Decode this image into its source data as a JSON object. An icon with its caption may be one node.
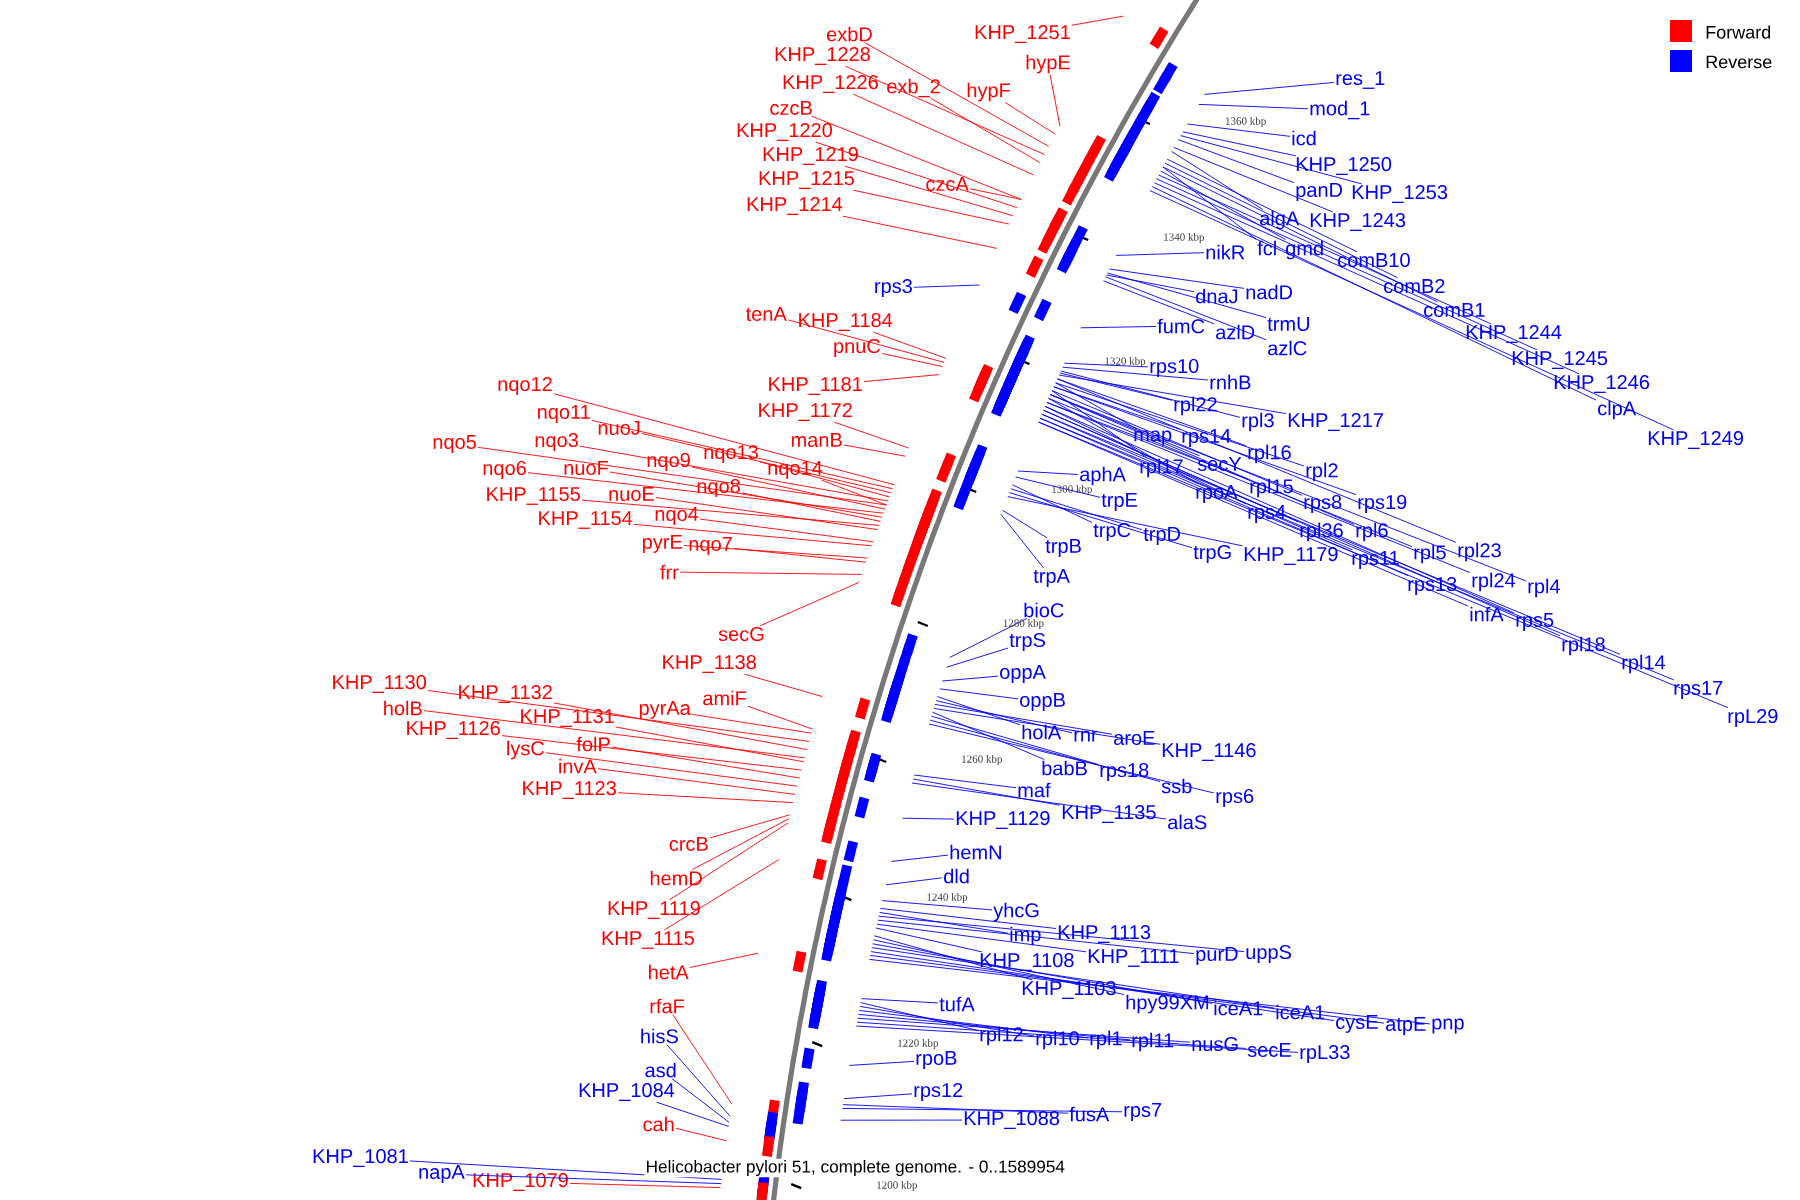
{
  "diagram": {
    "title": "Helicobacter pylori 51, complete genome. - 0..1589954",
    "nodes": [
      {
        "text": [
          "KHP_1251"
        ]
      },
      {
        "text": [
          "exbD"
        ]
      },
      {
        "text": [
          "KHP_1228"
        ]
      },
      {
        "text": [
          "hypE"
        ]
      },
      {
        "text": [
          "KHP_1226"
        ]
      },
      {
        "text": [
          "exb_2"
        ]
      },
      {
        "text": [
          "hypF"
        ]
      },
      {
        "text": [
          "czcB"
        ]
      },
      {
        "text": [
          "KHP_1220"
        ]
      },
      {
        "text": [
          "KHP_1219"
        ]
      },
      {
        "text": [
          "KHP_1215"
        ]
      },
      {
        "text": [
          "czcA"
        ]
      },
      {
        "text": [
          "KHP_1214"
        ]
      },
      {
        "text": [
          "rps3"
        ]
      },
      {
        "text": [
          "tenA"
        ]
      },
      {
        "text": [
          "KHP_1184"
        ]
      },
      {
        "text": [
          "pnuC"
        ]
      },
      {
        "text": [
          "KHP_1181"
        ]
      },
      {
        "text": [
          "nqo12"
        ]
      },
      {
        "text": [
          "KHP_1172"
        ]
      },
      {
        "text": [
          "nqo11"
        ]
      },
      {
        "text": [
          "nuoJ"
        ]
      },
      {
        "text": [
          "manB"
        ]
      },
      {
        "text": [
          "nqo3"
        ]
      },
      {
        "text": [
          "nqo5"
        ]
      },
      {
        "text": [
          "nqo13"
        ]
      },
      {
        "text": [
          "nqo9"
        ]
      },
      {
        "text": [
          "nuoF"
        ]
      },
      {
        "text": [
          "nqo6"
        ]
      },
      {
        "text": [
          "nqo14"
        ]
      },
      {
        "text": [
          "nqo8"
        ]
      },
      {
        "text": [
          "nuoE"
        ]
      },
      {
        "text": [
          "KHP_1155"
        ]
      },
      {
        "text": [
          "nqo4"
        ]
      },
      {
        "text": [
          "KHP_1154"
        ]
      },
      {
        "text": [
          "pyrE"
        ]
      },
      {
        "text": [
          "nqo7"
        ]
      },
      {
        "text": [
          "frr"
        ]
      },
      {
        "text": [
          "secG"
        ]
      },
      {
        "text": [
          "KHP_1138"
        ]
      },
      {
        "text": [
          "KHP_1130"
        ]
      },
      {
        "text": [
          "KHP_1132"
        ]
      },
      {
        "text": [
          "amiF"
        ]
      },
      {
        "text": [
          "holB"
        ]
      },
      {
        "text": [
          "pyrAa"
        ]
      },
      {
        "text": [
          "KHP_1131"
        ]
      },
      {
        "text": [
          "KHP_1126"
        ]
      },
      {
        "text": [
          "folP"
        ]
      },
      {
        "text": [
          "lysC"
        ]
      },
      {
        "text": [
          "invA"
        ]
      },
      {
        "text": [
          "KHP_1123"
        ]
      },
      {
        "text": [
          "crcB"
        ]
      },
      {
        "text": [
          "hemD"
        ]
      },
      {
        "text": [
          "KHP_1119"
        ]
      },
      {
        "text": [
          "KHP_1115"
        ]
      },
      {
        "text": [
          "hetA"
        ]
      },
      {
        "text": [
          "rfaF"
        ]
      },
      {
        "text": [
          "hisS"
        ]
      },
      {
        "text": [
          "asd"
        ]
      },
      {
        "text": [
          "KHP_1084"
        ]
      },
      {
        "text": [
          "cah"
        ]
      },
      {
        "text": [
          "KHP_1081"
        ]
      },
      {
        "text": [
          "napA"
        ]
      },
      {
        "text": [
          "KHP_1079"
        ]
      },
      {
        "text": [
          "res_1"
        ]
      },
      {
        "text": [
          "mod_1"
        ]
      },
      {
        "text": [
          "icd"
        ]
      },
      {
        "text": [
          "KHP_1250"
        ]
      },
      {
        "text": [
          "panD"
        ]
      },
      {
        "text": [
          "KHP_1253"
        ]
      },
      {
        "text": [
          "algA"
        ]
      },
      {
        "text": [
          "KHP_1243"
        ]
      },
      {
        "text": [
          "fcl"
        ]
      },
      {
        "text": [
          "gmd"
        ]
      },
      {
        "text": [
          "nikR"
        ]
      },
      {
        "text": [
          "comB10"
        ]
      },
      {
        "text": [
          "nadD"
        ]
      },
      {
        "text": [
          "comB2"
        ]
      },
      {
        "text": [
          "dnaJ"
        ]
      },
      {
        "text": [
          "comB1"
        ]
      },
      {
        "text": [
          "trmU"
        ]
      },
      {
        "text": [
          "fumC"
        ]
      },
      {
        "text": [
          "azlD"
        ]
      },
      {
        "text": [
          "KHP_1244"
        ]
      },
      {
        "text": [
          "azlC"
        ]
      },
      {
        "text": [
          "KHP_1245"
        ]
      },
      {
        "text": [
          "rps10"
        ]
      },
      {
        "text": [
          "rnhB"
        ]
      },
      {
        "text": [
          "KHP_1246"
        ]
      },
      {
        "text": [
          "rpl22"
        ]
      },
      {
        "text": [
          "clpA"
        ]
      },
      {
        "text": [
          "rpl3"
        ]
      },
      {
        "text": [
          "KHP_1217"
        ]
      },
      {
        "text": [
          "map"
        ]
      },
      {
        "text": [
          "rps14"
        ]
      },
      {
        "text": [
          "KHP_1249"
        ]
      },
      {
        "text": [
          "rpl16"
        ]
      },
      {
        "text": [
          "secY"
        ]
      },
      {
        "text": [
          "rpl17"
        ]
      },
      {
        "text": [
          "rpl2"
        ]
      },
      {
        "text": [
          "aphA"
        ]
      },
      {
        "text": [
          "rpl15"
        ]
      },
      {
        "text": [
          "rpoA"
        ]
      },
      {
        "text": [
          "trpE"
        ]
      },
      {
        "text": [
          "rps8"
        ]
      },
      {
        "text": [
          "rps19"
        ]
      },
      {
        "text": [
          "rps4"
        ]
      },
      {
        "text": [
          "rpl36"
        ]
      },
      {
        "text": [
          "rpl6"
        ]
      },
      {
        "text": [
          "trpC"
        ]
      },
      {
        "text": [
          "trpD"
        ]
      },
      {
        "text": [
          "trpB"
        ]
      },
      {
        "text": [
          "rpl23"
        ]
      },
      {
        "text": [
          "rpl5"
        ]
      },
      {
        "text": [
          "trpG"
        ]
      },
      {
        "text": [
          "KHP_1179"
        ]
      },
      {
        "text": [
          "rps11"
        ]
      },
      {
        "text": [
          "trpA"
        ]
      },
      {
        "text": [
          "rpl24"
        ]
      },
      {
        "text": [
          "rps13"
        ]
      },
      {
        "text": [
          "rpl4"
        ]
      },
      {
        "text": [
          "bioC"
        ]
      },
      {
        "text": [
          "infA"
        ]
      },
      {
        "text": [
          "rps5"
        ]
      },
      {
        "text": [
          "trpS"
        ]
      },
      {
        "text": [
          "rpl18"
        ]
      },
      {
        "text": [
          "rpl14"
        ]
      },
      {
        "text": [
          "oppA"
        ]
      },
      {
        "text": [
          "rps17"
        ]
      },
      {
        "text": [
          "oppB"
        ]
      },
      {
        "text": [
          "rpL29"
        ]
      },
      {
        "text": [
          "holA"
        ]
      },
      {
        "text": [
          "rnr"
        ]
      },
      {
        "text": [
          "aroE"
        ]
      },
      {
        "text": [
          "KHP_1146"
        ]
      },
      {
        "text": [
          "babB"
        ]
      },
      {
        "text": [
          "rps18"
        ]
      },
      {
        "text": [
          "ssb"
        ]
      },
      {
        "text": [
          "maf"
        ]
      },
      {
        "text": [
          "rps6"
        ]
      },
      {
        "text": [
          "KHP_1135"
        ]
      },
      {
        "text": [
          "KHP_1129"
        ]
      },
      {
        "text": [
          "alaS"
        ]
      },
      {
        "text": [
          "hemN"
        ]
      },
      {
        "text": [
          "dld"
        ]
      },
      {
        "text": [
          "yhcG"
        ]
      },
      {
        "text": [
          "KHP_1113"
        ]
      },
      {
        "text": [
          "imp"
        ]
      },
      {
        "text": [
          "uppS"
        ]
      },
      {
        "text": [
          "purD"
        ]
      },
      {
        "text": [
          "KHP_1111"
        ]
      },
      {
        "text": [
          "KHP_1108"
        ]
      },
      {
        "text": [
          "KHP_1103"
        ]
      },
      {
        "text": [
          "hpy99XM"
        ]
      },
      {
        "text": [
          "tufA"
        ]
      },
      {
        "text": [
          "iceA1"
        ]
      },
      {
        "text": [
          "iceA1"
        ]
      },
      {
        "text": [
          "cysE"
        ]
      },
      {
        "text": [
          "atpE"
        ]
      },
      {
        "text": [
          "pnp"
        ]
      },
      {
        "text": [
          "rpl12"
        ]
      },
      {
        "text": [
          "rpl10"
        ]
      },
      {
        "text": [
          "rpl1"
        ]
      },
      {
        "text": [
          "rpl11"
        ]
      },
      {
        "text": [
          "nusG"
        ]
      },
      {
        "text": [
          "secE"
        ]
      },
      {
        "text": [
          "rpL33"
        ]
      },
      {
        "text": [
          "rpoB"
        ]
      },
      {
        "text": [
          "rps12"
        ]
      },
      {
        "text": [
          "rps7"
        ]
      },
      {
        "text": [
          "fusA"
        ]
      },
      {
        "text": [
          "KHP_1088"
        ]
      }
    ],
    "edges": [
      {
        "from": 0,
        "to": null,
        "arrow": "none",
        "color": "#ff0000"
      },
      {
        "from": 1,
        "to": null,
        "arrow": "none",
        "color": "#ff0000"
      },
      {
        "from": 2,
        "to": null,
        "arrow": "none",
        "color": "#ff0000"
      },
      {
        "from": 3,
        "to": null,
        "arrow": "none",
        "color": "#ff0000"
      },
      {
        "from": 4,
        "to": null,
        "arrow": "none",
        "color": "#ff0000"
      },
      {
        "from": 5,
        "to": null,
        "arrow": "none",
        "color": "#ff0000"
      },
      {
        "from": 6,
        "to": null,
        "arrow": "none",
        "color": "#ff0000"
      },
      {
        "from": 7,
        "to": null,
        "arrow": "none",
        "color": "#ff0000"
      },
      {
        "from": 8,
        "to": null,
        "arrow": "none",
        "color": "#ff0000"
      },
      {
        "from": 9,
        "to": null,
        "arrow": "none",
        "color": "#ff0000"
      },
      {
        "from": 10,
        "to": null,
        "arrow": "none",
        "color": "#ff0000"
      },
      {
        "from": 11,
        "to": null,
        "arrow": "none",
        "color": "#ff0000"
      },
      {
        "from": 12,
        "to": null,
        "arrow": "none",
        "color": "#ff0000"
      },
      {
        "from": 13,
        "to": null,
        "arrow": "none",
        "color": "#0000ff"
      },
      {
        "from": 14,
        "to": null,
        "arrow": "none",
        "color": "#ff0000"
      },
      {
        "from": 15,
        "to": null,
        "arrow": "none",
        "color": "#ff0000"
      },
      {
        "from": 16,
        "to": null,
        "arrow": "none",
        "color": "#ff0000"
      },
      {
        "from": 17,
        "to": null,
        "arrow": "none",
        "color": "#ff0000"
      },
      {
        "from": 18,
        "to": null,
        "arrow": "none",
        "color": "#ff0000"
      },
      {
        "from": 19,
        "to": null,
        "arrow": "none",
        "color": "#ff0000"
      },
      {
        "from": 20,
        "to": null,
        "arrow": "none",
        "color": "#ff0000"
      },
      {
        "from": 21,
        "to": null,
        "arrow": "none",
        "color": "#ff0000"
      },
      {
        "from": 22,
        "to": null,
        "arrow": "none",
        "color": "#ff0000"
      },
      {
        "from": 23,
        "to": null,
        "arrow": "none",
        "color": "#ff0000"
      },
      {
        "from": 24,
        "to": null,
        "arrow": "none",
        "color": "#ff0000"
      },
      {
        "from": 25,
        "to": null,
        "arrow": "none",
        "color": "#ff0000"
      },
      {
        "from": 26,
        "to": null,
        "arrow": "none",
        "color": "#ff0000"
      },
      {
        "from": 27,
        "to": null,
        "arrow": "none",
        "color": "#ff0000"
      },
      {
        "from": 28,
        "to": null,
        "arrow": "none",
        "color": "#ff0000"
      },
      {
        "from": 29,
        "to": null,
        "arrow": "none",
        "color": "#ff0000"
      },
      {
        "from": 30,
        "to": null,
        "arrow": "none",
        "color": "#ff0000"
      },
      {
        "from": 31,
        "to": null,
        "arrow": "none",
        "color": "#ff0000"
      },
      {
        "from": 32,
        "to": null,
        "arrow": "none",
        "color": "#ff0000"
      },
      {
        "from": 33,
        "to": null,
        "arrow": "none",
        "color": "#ff0000"
      },
      {
        "from": 34,
        "to": null,
        "arrow": "none",
        "color": "#ff0000"
      },
      {
        "from": 35,
        "to": null,
        "arrow": "none",
        "color": "#ff0000"
      },
      {
        "from": 36,
        "to": null,
        "arrow": "none",
        "color": "#ff0000"
      },
      {
        "from": 37,
        "to": null,
        "arrow": "none",
        "color": "#ff0000"
      },
      {
        "from": 38,
        "to": null,
        "arrow": "none",
        "color": "#ff0000"
      },
      {
        "from": 39,
        "to": null,
        "arrow": "none",
        "color": "#ff0000"
      },
      {
        "from": 40,
        "to": null,
        "arrow": "none",
        "color": "#ff0000"
      },
      {
        "from": 41,
        "to": null,
        "arrow": "none",
        "color": "#ff0000"
      },
      {
        "from": 42,
        "to": null,
        "arrow": "none",
        "color": "#ff0000"
      },
      {
        "from": 43,
        "to": null,
        "arrow": "none",
        "color": "#ff0000"
      },
      {
        "from": 44,
        "to": null,
        "arrow": "none",
        "color": "#ff0000"
      },
      {
        "from": 45,
        "to": null,
        "arrow": "none",
        "color": "#ff0000"
      },
      {
        "from": 46,
        "to": null,
        "arrow": "none",
        "color": "#ff0000"
      },
      {
        "from": 47,
        "to": null,
        "arrow": "none",
        "color": "#ff0000"
      },
      {
        "from": 48,
        "to": null,
        "arrow": "none",
        "color": "#ff0000"
      },
      {
        "from": 49,
        "to": null,
        "arrow": "none",
        "color": "#ff0000"
      },
      {
        "from": 50,
        "to": null,
        "arrow": "none",
        "color": "#ff0000"
      },
      {
        "from": 51,
        "to": null,
        "arrow": "none",
        "color": "#ff0000"
      },
      {
        "from": 52,
        "to": null,
        "arrow": "none",
        "color": "#ff0000"
      },
      {
        "from": 53,
        "to": null,
        "arrow": "none",
        "color": "#ff0000"
      },
      {
        "from": 54,
        "to": null,
        "arrow": "none",
        "color": "#ff0000"
      },
      {
        "from": 55,
        "to": null,
        "arrow": "none",
        "color": "#ff0000"
      },
      {
        "from": 56,
        "to": null,
        "arrow": "none",
        "color": "#ff0000"
      },
      {
        "from": 57,
        "to": null,
        "arrow": "none",
        "color": "#0000ff"
      },
      {
        "from": 58,
        "to": null,
        "arrow": "none",
        "color": "#0000ff"
      },
      {
        "from": 59,
        "to": null,
        "arrow": "none",
        "color": "#0000ff"
      },
      {
        "from": 60,
        "to": null,
        "arrow": "none",
        "color": "#ff0000"
      },
      {
        "from": 61,
        "to": null,
        "arrow": "none",
        "color": "#0000ff"
      },
      {
        "from": 62,
        "to": null,
        "arrow": "none",
        "color": "#0000ff"
      },
      {
        "from": 63,
        "to": null,
        "arrow": "none",
        "color": "#ff0000"
      },
      {
        "from": 64,
        "to": null,
        "arrow": "none",
        "color": "#0000ff"
      },
      {
        "from": 65,
        "to": null,
        "arrow": "none",
        "color": "#0000ff"
      },
      {
        "from": 66,
        "to": null,
        "arrow": "none",
        "color": "#0000ff"
      },
      {
        "from": 67,
        "to": null,
        "arrow": "none",
        "color": "#0000ff"
      },
      {
        "from": 68,
        "to": null,
        "arrow": "none",
        "color": "#0000ff"
      },
      {
        "from": 69,
        "to": null,
        "arrow": "none",
        "color": "#0000ff"
      },
      {
        "from": 70,
        "to": null,
        "arrow": "none",
        "color": "#0000ff"
      },
      {
        "from": 71,
        "to": null,
        "arrow": "none",
        "color": "#0000ff"
      },
      {
        "from": 72,
        "to": null,
        "arrow": "none",
        "color": "#0000ff"
      },
      {
        "from": 73,
        "to": null,
        "arrow": "none",
        "color": "#0000ff"
      },
      {
        "from": 74,
        "to": null,
        "arrow": "none",
        "color": "#0000ff"
      },
      {
        "from": 75,
        "to": null,
        "arrow": "none",
        "color": "#0000ff"
      },
      {
        "from": 76,
        "to": null,
        "arrow": "none",
        "color": "#0000ff"
      },
      {
        "from": 77,
        "to": null,
        "arrow": "none",
        "color": "#0000ff"
      },
      {
        "from": 78,
        "to": null,
        "arrow": "none",
        "color": "#0000ff"
      },
      {
        "from": 79,
        "to": null,
        "arrow": "none",
        "color": "#0000ff"
      },
      {
        "from": 80,
        "to": null,
        "arrow": "none",
        "color": "#0000ff"
      },
      {
        "from": 81,
        "to": null,
        "arrow": "none",
        "color": "#0000ff"
      },
      {
        "from": 82,
        "to": null,
        "arrow": "none",
        "color": "#0000ff"
      },
      {
        "from": 83,
        "to": null,
        "arrow": "none",
        "color": "#0000ff"
      },
      {
        "from": 84,
        "to": null,
        "arrow": "none",
        "color": "#0000ff"
      },
      {
        "from": 85,
        "to": null,
        "arrow": "none",
        "color": "#0000ff"
      },
      {
        "from": 86,
        "to": null,
        "arrow": "none",
        "color": "#0000ff"
      },
      {
        "from": 87,
        "to": null,
        "arrow": "none",
        "color": "#0000ff"
      },
      {
        "from": 88,
        "to": null,
        "arrow": "none",
        "color": "#0000ff"
      },
      {
        "from": 89,
        "to": null,
        "arrow": "none",
        "color": "#0000ff"
      },
      {
        "from": 90,
        "to": null,
        "arrow": "none",
        "color": "#0000ff"
      },
      {
        "from": 91,
        "to": null,
        "arrow": "none",
        "color": "#0000ff"
      },
      {
        "from": 92,
        "to": null,
        "arrow": "none",
        "color": "#0000ff"
      },
      {
        "from": 93,
        "to": null,
        "arrow": "none",
        "color": "#0000ff"
      },
      {
        "from": 94,
        "to": null,
        "arrow": "none",
        "color": "#0000ff"
      },
      {
        "from": 95,
        "to": null,
        "arrow": "none",
        "color": "#0000ff"
      },
      {
        "from": 96,
        "to": null,
        "arrow": "none",
        "color": "#0000ff"
      },
      {
        "from": 97,
        "to": null,
        "arrow": "none",
        "color": "#0000ff"
      },
      {
        "from": 98,
        "to": null,
        "arrow": "none",
        "color": "#0000ff"
      },
      {
        "from": 99,
        "to": null,
        "arrow": "none",
        "color": "#0000ff"
      },
      {
        "from": 100,
        "to": null,
        "arrow": "none",
        "color": "#0000ff"
      },
      {
        "from": 101,
        "to": null,
        "arrow": "none",
        "color": "#0000ff"
      },
      {
        "from": 102,
        "to": null,
        "arrow": "none",
        "color": "#0000ff"
      },
      {
        "from": 103,
        "to": null,
        "arrow": "none",
        "color": "#0000ff"
      },
      {
        "from": 104,
        "to": null,
        "arrow": "none",
        "color": "#0000ff"
      },
      {
        "from": 105,
        "to": null,
        "arrow": "none",
        "color": "#0000ff"
      },
      {
        "from": 106,
        "to": null,
        "arrow": "none",
        "color": "#0000ff"
      },
      {
        "from": 107,
        "to": null,
        "arrow": "none",
        "color": "#0000ff"
      },
      {
        "from": 108,
        "to": null,
        "arrow": "none",
        "color": "#0000ff"
      },
      {
        "from": 109,
        "to": null,
        "arrow": "none",
        "color": "#0000ff"
      },
      {
        "from": 110,
        "to": null,
        "arrow": "none",
        "color": "#0000ff"
      },
      {
        "from": 111,
        "to": null,
        "arrow": "none",
        "color": "#0000ff"
      },
      {
        "from": 112,
        "to": null,
        "arrow": "none",
        "color": "#0000ff"
      },
      {
        "from": 113,
        "to": null,
        "arrow": "none",
        "color": "#0000ff"
      },
      {
        "from": 114,
        "to": null,
        "arrow": "none",
        "color": "#0000ff"
      },
      {
        "from": 115,
        "to": null,
        "arrow": "none",
        "color": "#0000ff"
      },
      {
        "from": 116,
        "to": null,
        "arrow": "none",
        "color": "#0000ff"
      },
      {
        "from": 117,
        "to": null,
        "arrow": "none",
        "color": "#0000ff"
      },
      {
        "from": 118,
        "to": null,
        "arrow": "none",
        "color": "#0000ff"
      },
      {
        "from": 119,
        "to": null,
        "arrow": "none",
        "color": "#0000ff"
      },
      {
        "from": 120,
        "to": null,
        "arrow": "none",
        "color": "#0000ff"
      },
      {
        "from": 121,
        "to": null,
        "arrow": "none",
        "color": "#0000ff"
      },
      {
        "from": 122,
        "to": null,
        "arrow": "none",
        "color": "#0000ff"
      },
      {
        "from": 123,
        "to": null,
        "arrow": "none",
        "color": "#0000ff"
      },
      {
        "from": 124,
        "to": null,
        "arrow": "none",
        "color": "#0000ff"
      },
      {
        "from": 125,
        "to": null,
        "arrow": "none",
        "color": "#0000ff"
      },
      {
        "from": 126,
        "to": null,
        "arrow": "none",
        "color": "#0000ff"
      },
      {
        "from": 127,
        "to": null,
        "arrow": "none",
        "color": "#0000ff"
      },
      {
        "from": 128,
        "to": null,
        "arrow": "none",
        "color": "#0000ff"
      },
      {
        "from": 129,
        "to": null,
        "arrow": "none",
        "color": "#0000ff"
      },
      {
        "from": 130,
        "to": null,
        "arrow": "none",
        "color": "#0000ff"
      },
      {
        "from": 131,
        "to": null,
        "arrow": "none",
        "color": "#0000ff"
      },
      {
        "from": 132,
        "to": null,
        "arrow": "none",
        "color": "#0000ff"
      },
      {
        "from": 133,
        "to": null,
        "arrow": "none",
        "color": "#0000ff"
      },
      {
        "from": 134,
        "to": null,
        "arrow": "none",
        "color": "#0000ff"
      },
      {
        "from": 135,
        "to": null,
        "arrow": "none",
        "color": "#0000ff"
      },
      {
        "from": 136,
        "to": null,
        "arrow": "none",
        "color": "#0000ff"
      },
      {
        "from": 137,
        "to": null,
        "arrow": "none",
        "color": "#0000ff"
      },
      {
        "from": 138,
        "to": null,
        "arrow": "none",
        "color": "#0000ff"
      },
      {
        "from": 139,
        "to": null,
        "arrow": "none",
        "color": "#0000ff"
      },
      {
        "from": 140,
        "to": null,
        "arrow": "none",
        "color": "#0000ff"
      },
      {
        "from": 141,
        "to": null,
        "arrow": "none",
        "color": "#0000ff"
      },
      {
        "from": 142,
        "to": null,
        "arrow": "none",
        "color": "#0000ff"
      },
      {
        "from": 143,
        "to": null,
        "arrow": "none",
        "color": "#0000ff"
      },
      {
        "from": 144,
        "to": null,
        "arrow": "none",
        "color": "#0000ff"
      },
      {
        "from": 145,
        "to": null,
        "arrow": "none",
        "color": "#0000ff"
      },
      {
        "from": 146,
        "to": null,
        "arrow": "none",
        "color": "#0000ff"
      },
      {
        "from": 147,
        "to": null,
        "arrow": "none",
        "color": "#0000ff"
      },
      {
        "from": 148,
        "to": null,
        "arrow": "none",
        "color": "#0000ff"
      },
      {
        "from": 149,
        "to": null,
        "arrow": "none",
        "color": "#0000ff"
      },
      {
        "from": 150,
        "to": null,
        "arrow": "none",
        "color": "#0000ff"
      },
      {
        "from": 151,
        "to": null,
        "arrow": "none",
        "color": "#0000ff"
      },
      {
        "from": 152,
        "to": null,
        "arrow": "none",
        "color": "#0000ff"
      },
      {
        "from": 153,
        "to": null,
        "arrow": "none",
        "color": "#0000ff"
      },
      {
        "from": 154,
        "to": null,
        "arrow": "none",
        "color": "#0000ff"
      },
      {
        "from": 155,
        "to": null,
        "arrow": "none",
        "color": "#0000ff"
      },
      {
        "from": 156,
        "to": null,
        "arrow": "none",
        "color": "#0000ff"
      },
      {
        "from": 157,
        "to": null,
        "arrow": "none",
        "color": "#0000ff"
      },
      {
        "from": 158,
        "to": null,
        "arrow": "none",
        "color": "#0000ff"
      },
      {
        "from": 159,
        "to": null,
        "arrow": "none",
        "color": "#0000ff"
      },
      {
        "from": 160,
        "to": null,
        "arrow": "none",
        "color": "#0000ff"
      },
      {
        "from": 161,
        "to": null,
        "arrow": "none",
        "color": "#0000ff"
      },
      {
        "from": 162,
        "to": null,
        "arrow": "none",
        "color": "#0000ff"
      },
      {
        "from": 163,
        "to": null,
        "arrow": "none",
        "color": "#0000ff"
      },
      {
        "from": 164,
        "to": null,
        "arrow": "none",
        "color": "#0000ff"
      },
      {
        "from": 165,
        "to": null,
        "arrow": "none",
        "color": "#0000ff"
      },
      {
        "from": 166,
        "to": null,
        "arrow": "none",
        "color": "#0000ff"
      },
      {
        "from": 167,
        "to": null,
        "arrow": "none",
        "color": "#0000ff"
      },
      {
        "from": 168,
        "to": null,
        "arrow": "none",
        "color": "#0000ff"
      },
      {
        "from": 169,
        "to": null,
        "arrow": "none",
        "color": "#0000ff"
      },
      {
        "from": 170,
        "to": null,
        "arrow": "none",
        "color": "#0000ff"
      },
      {
        "from": 171,
        "to": null,
        "arrow": "none",
        "color": "#0000ff"
      }
    ],
    "labels": [
      "1360 kbp",
      "1340 kbp",
      "1320 kbp",
      "1300 kbp",
      "1280 kbp",
      "1260 kbp",
      "1240 kbp",
      "1220 kbp",
      "1200 kbp"
    ],
    "legend": [
      {
        "text": "Forward",
        "color": "#ff0000"
      },
      {
        "text": "Reverse",
        "color": "#0000ff"
      }
    ]
  }
}
